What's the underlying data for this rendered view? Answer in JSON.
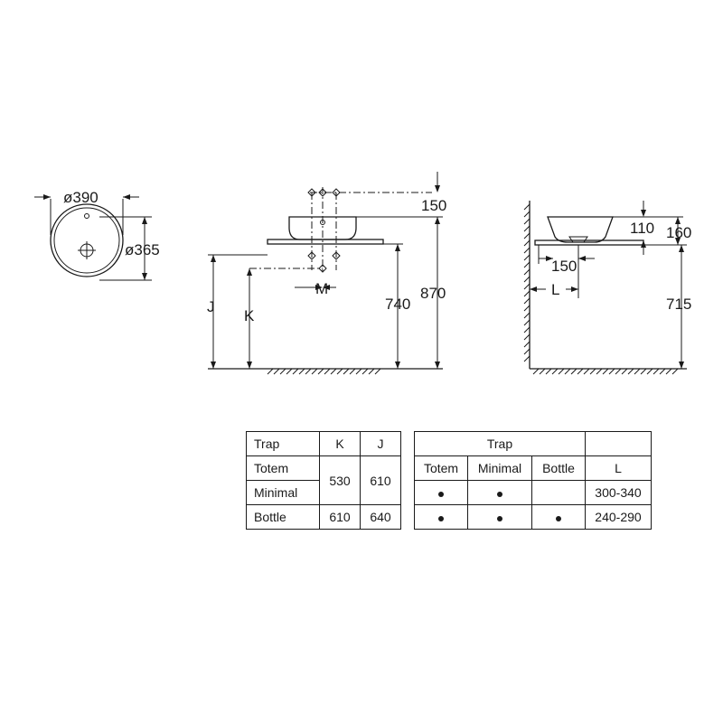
{
  "dimensions": {
    "outer_diameter": "ø390",
    "inner_diameter": "ø365",
    "tap_offset": "150",
    "bottom_to_floor": "740",
    "rim_to_floor": "870",
    "label_m": "M",
    "label_j": "J",
    "label_k": "K",
    "side_depth": "110",
    "side_height": "160",
    "side_width": "150",
    "label_l": "L",
    "side_counter_height": "715"
  },
  "table_kj": {
    "headers": [
      "Trap",
      "K",
      "J"
    ],
    "rows": [
      {
        "trap": "Totem"
      },
      {
        "trap": "Minimal"
      },
      {
        "trap": "Bottle",
        "k": "610",
        "j": "640"
      }
    ],
    "merged": {
      "k": "530",
      "j": "610"
    }
  },
  "table_l": {
    "header": "Trap",
    "subheaders": [
      "Totem",
      "Minimal",
      "Bottle",
      "L"
    ],
    "rows": [
      {
        "totem": true,
        "minimal": true,
        "bottle": false,
        "l": "300-340"
      },
      {
        "totem": true,
        "minimal": true,
        "bottle": true,
        "l": "240-290"
      }
    ]
  }
}
